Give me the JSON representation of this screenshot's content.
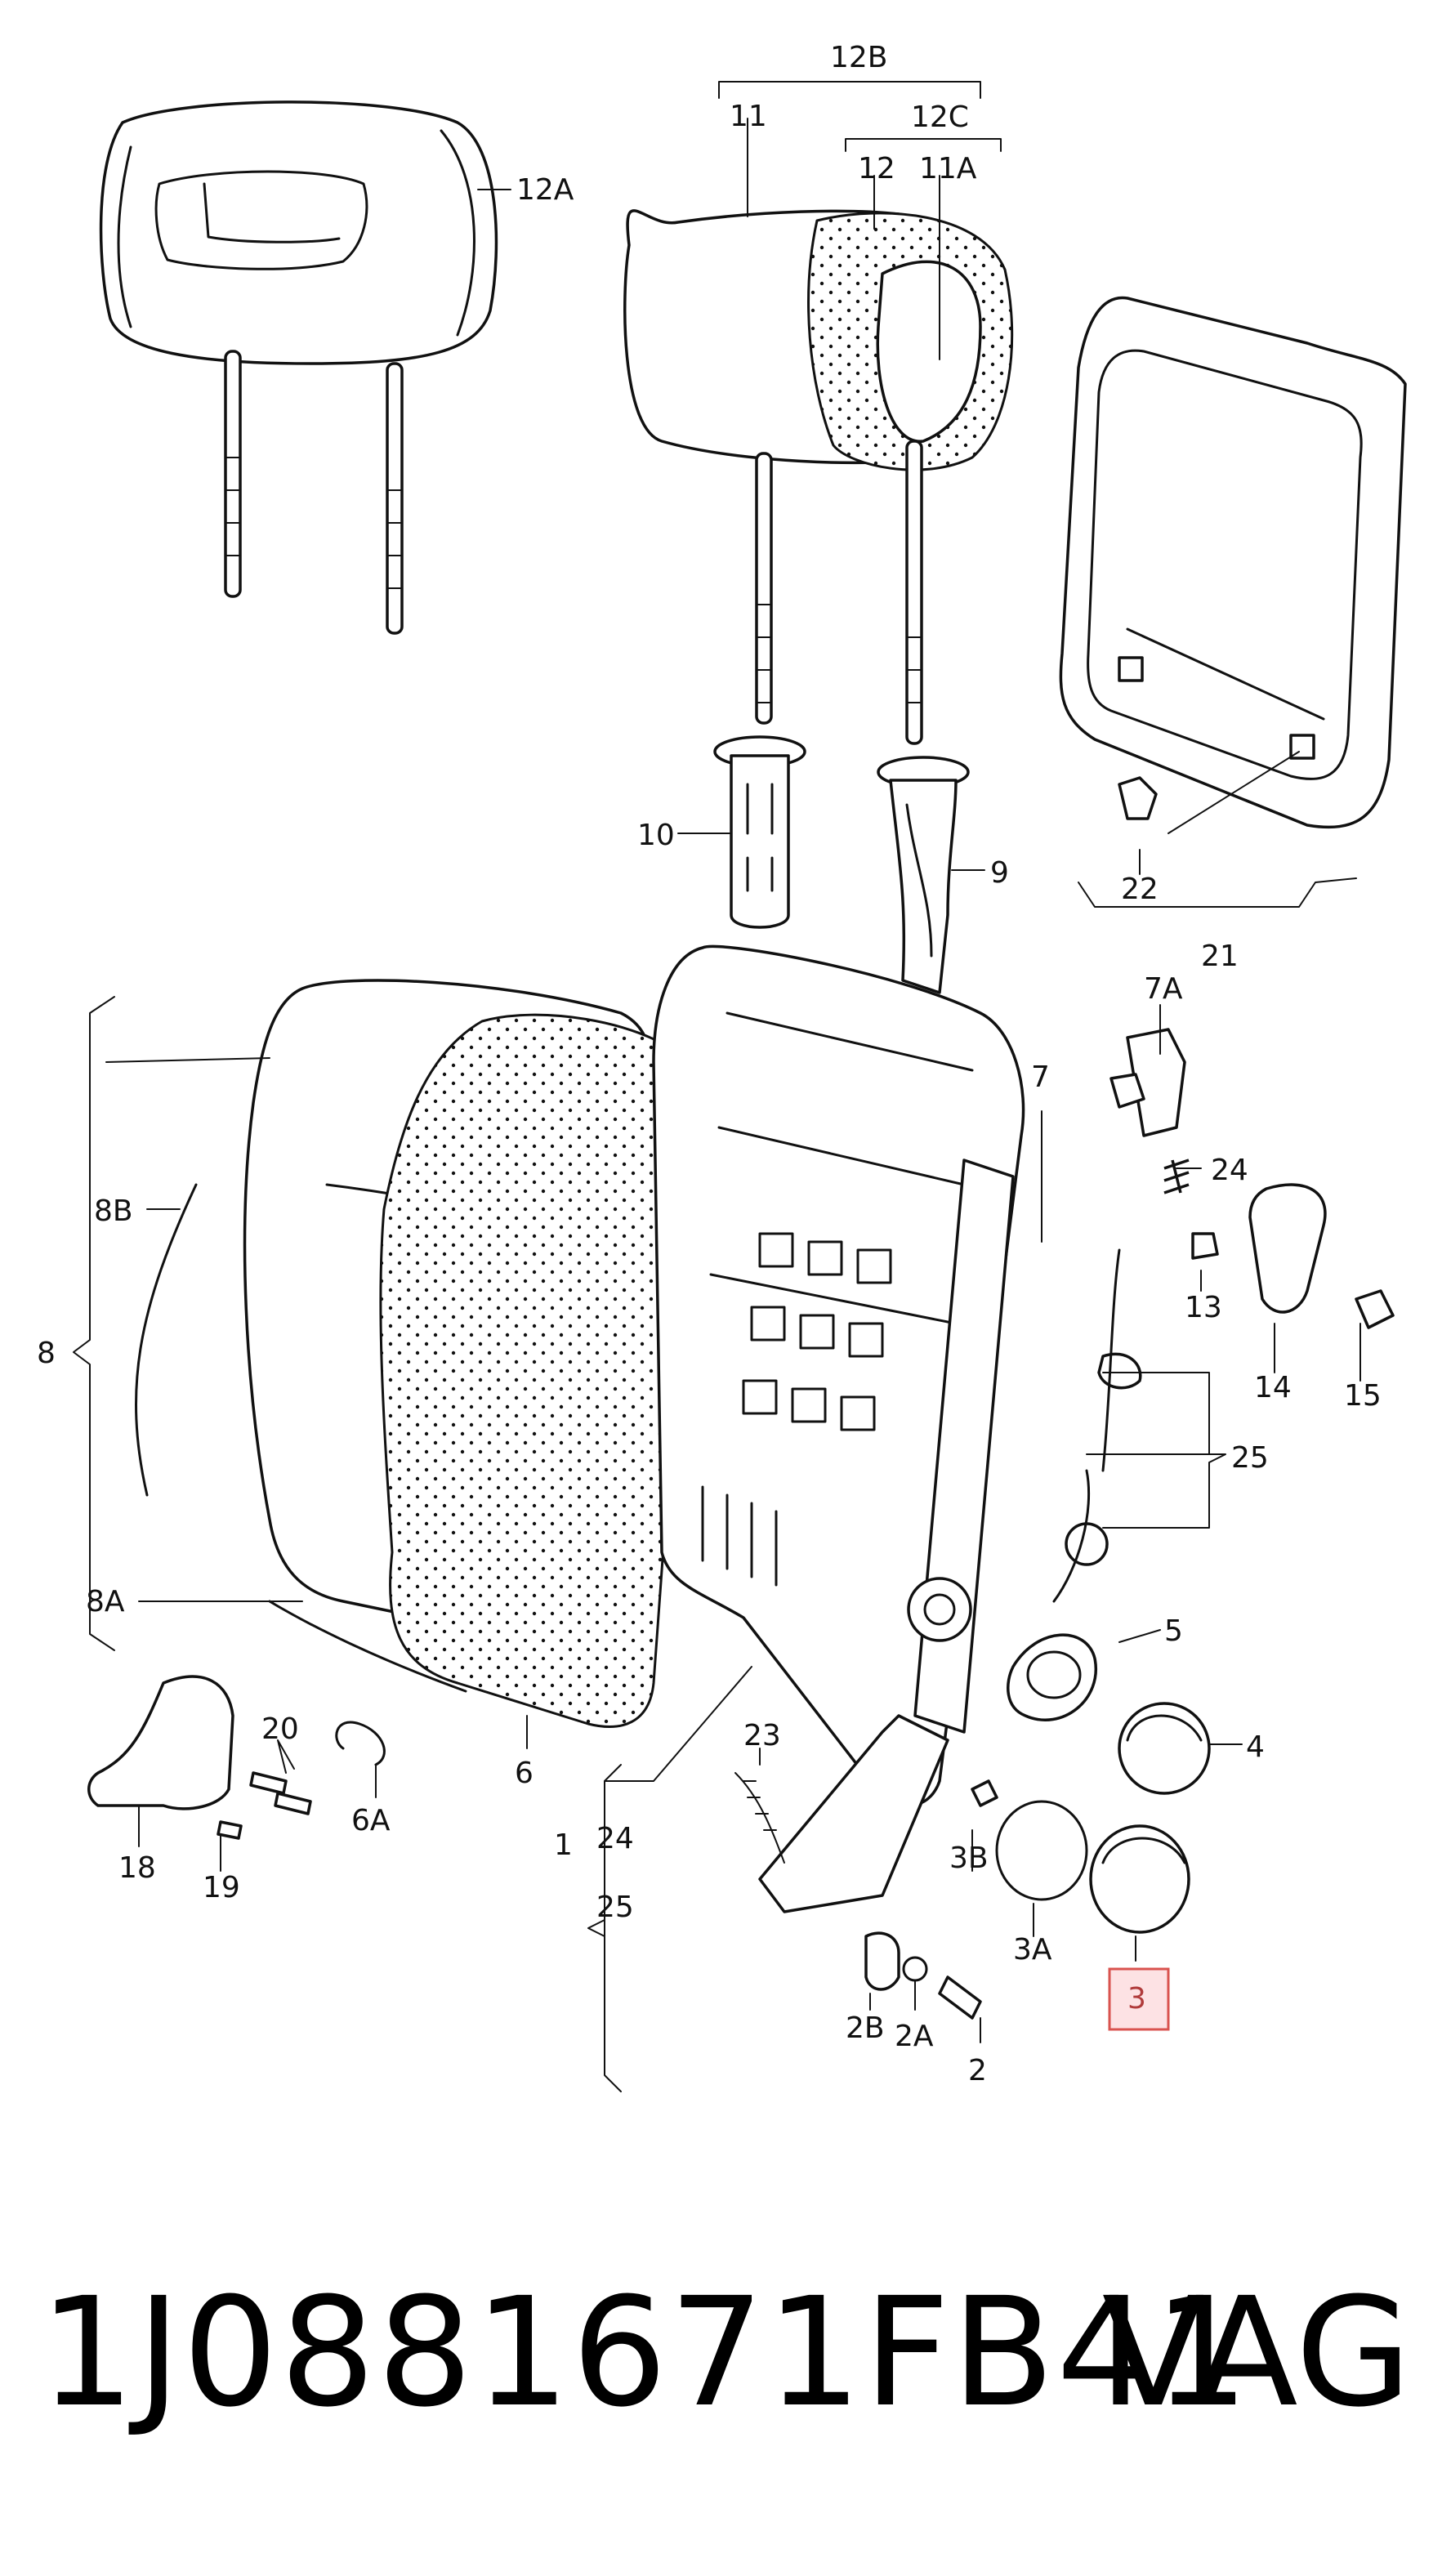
{
  "labels": {
    "l12B": "12B",
    "l11": "11",
    "l12C": "12C",
    "l12": "12",
    "l11A": "11A",
    "l12A": "12A",
    "l10": "10",
    "l9": "9",
    "l22": "22",
    "l21": "21",
    "l7A": "7A",
    "l7": "7",
    "l24a": "24",
    "l13": "13",
    "l14": "14",
    "l15": "15",
    "l25a": "25",
    "l8B": "8B",
    "l8": "8",
    "l8A": "8A",
    "l5": "5",
    "l4": "4",
    "l20": "20",
    "l6A": "6A",
    "l6": "6",
    "l23": "23",
    "l18": "18",
    "l19": "19",
    "l1": "1",
    "l24b": "24",
    "l25b": "25",
    "l3B": "3B",
    "l3A": "3A",
    "l3": "3",
    "l2B": "2B",
    "l2A": "2A",
    "l2": "2"
  },
  "highlight": {
    "label": "3",
    "fill": "#fde2e4",
    "border": "#d9534f"
  },
  "footer": {
    "part_number": "1J0881671FB41",
    "brand": "VAG"
  }
}
